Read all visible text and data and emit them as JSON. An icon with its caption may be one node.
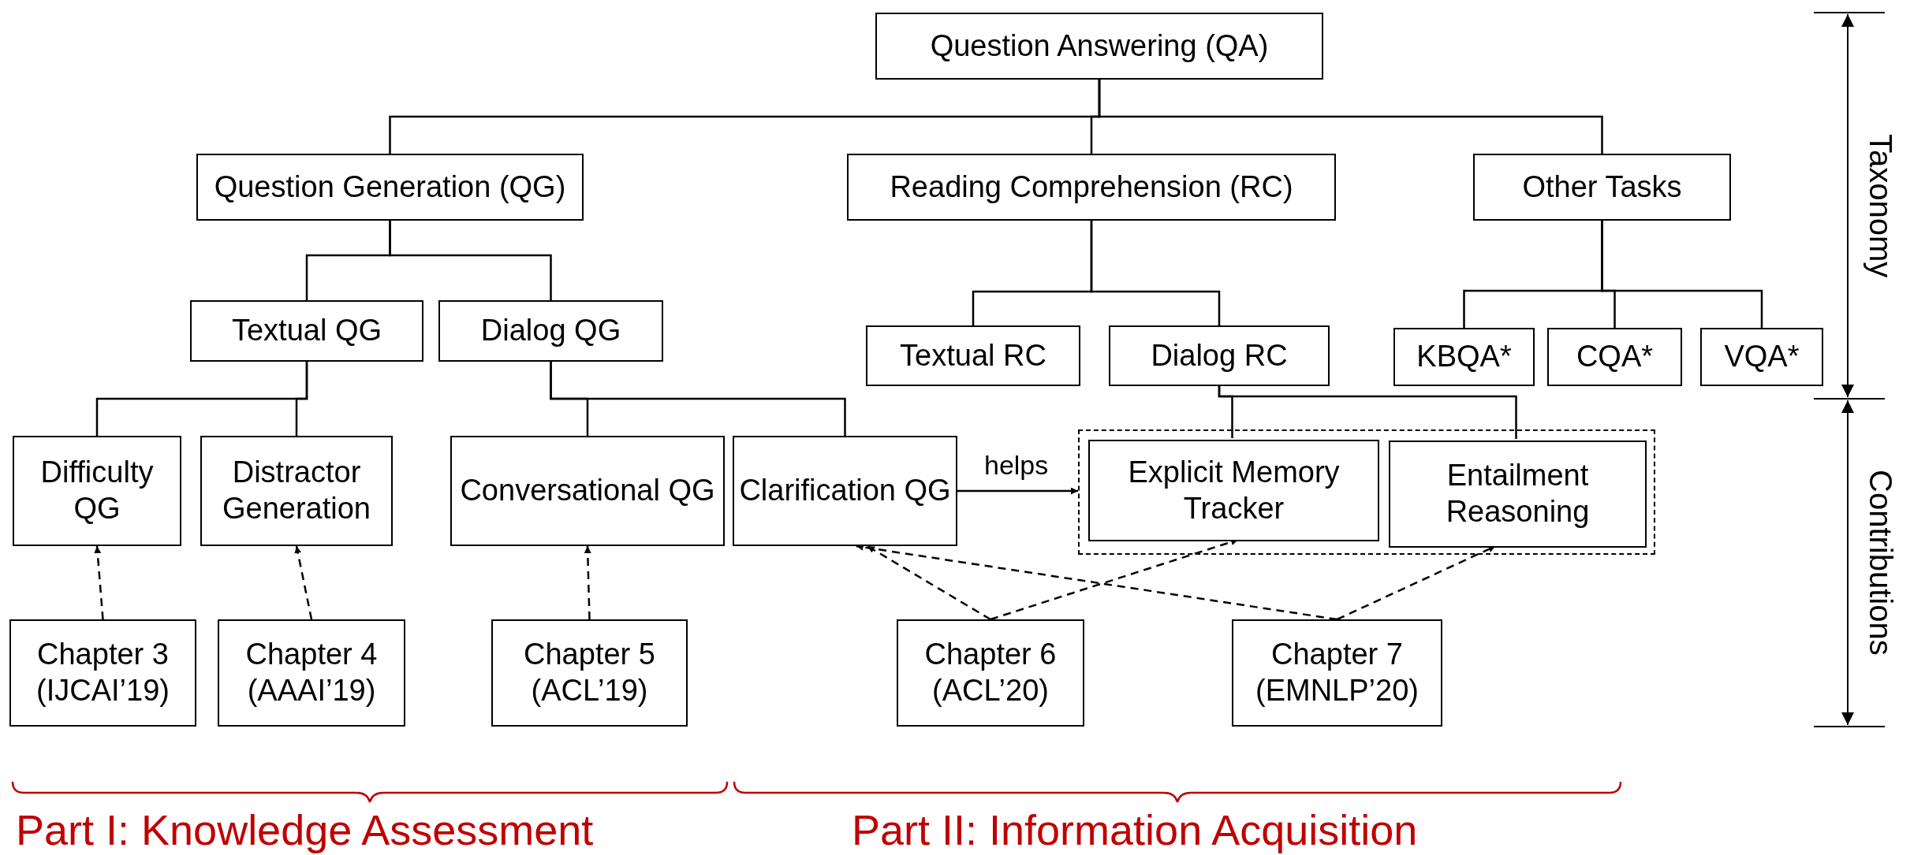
{
  "diagram": {
    "nodes": [
      {
        "text": [
          "Question Answering (QA)"
        ]
      },
      {
        "text": [
          "Question Generation (QG)"
        ]
      },
      {
        "text": [
          "Reading Comprehension (RC)"
        ]
      },
      {
        "text": [
          "Other Tasks"
        ]
      },
      {
        "text": [
          "Textual QG"
        ]
      },
      {
        "text": [
          "Dialog QG"
        ]
      },
      {
        "text": [
          "Textual RC"
        ]
      },
      {
        "text": [
          "Dialog RC"
        ]
      },
      {
        "text": [
          "KBQA*"
        ]
      },
      {
        "text": [
          "CQA*"
        ]
      },
      {
        "text": [
          "VQA*"
        ]
      },
      {
        "text": [
          "Difficulty QG"
        ]
      },
      {
        "text": [
          "Distractor Generation"
        ]
      },
      {
        "text": [
          "Conversational QG"
        ]
      },
      {
        "text": [
          "Clarification QG"
        ]
      },
      {
        "text": [],
        "shape": "box"
      },
      {
        "text": [
          "Explicit Memory Tracker"
        ],
        "in": 15
      },
      {
        "text": [
          "Entailment Reasoning"
        ],
        "in": 15
      },
      {
        "text": [
          "Chapter 3 (IJCAI’19)"
        ]
      },
      {
        "text": [
          "Chapter 4 (AAAI’19)"
        ]
      },
      {
        "text": [
          "Chapter 5 (ACL’19)"
        ]
      },
      {
        "text": [
          "Chapter 6 (ACL’20)"
        ]
      },
      {
        "text": [
          "Chapter 7 (EMNLP’20)"
        ]
      }
    ],
    "edges": [
      {
        "from": 0,
        "to": 1,
        "arrow": "none"
      },
      {
        "from": 0,
        "to": 2,
        "arrow": "none"
      },
      {
        "from": 0,
        "to": 3,
        "arrow": "none"
      },
      {
        "from": 1,
        "to": 4,
        "arrow": "none"
      },
      {
        "from": 1,
        "to": 5,
        "arrow": "none"
      },
      {
        "from": 2,
        "to": 6,
        "arrow": "none"
      },
      {
        "from": 2,
        "to": 7,
        "arrow": "none"
      },
      {
        "from": 3,
        "to": 8,
        "arrow": "none"
      },
      {
        "from": 3,
        "to": 9,
        "arrow": "none"
      },
      {
        "from": 3,
        "to": 10,
        "arrow": "none"
      },
      {
        "from": 4,
        "to": 11,
        "arrow": "none"
      },
      {
        "from": 4,
        "to": 12,
        "arrow": "none"
      },
      {
        "from": 5,
        "to": 13,
        "arrow": "none"
      },
      {
        "from": 5,
        "to": 14,
        "arrow": "none"
      },
      {
        "from": 7,
        "to": 16,
        "arrow": "none"
      },
      {
        "from": 7,
        "to": 17,
        "arrow": "none"
      },
      {
        "from": 14,
        "to": 15,
        "arrow": "to",
        "label": "helps"
      },
      {
        "from": 18,
        "to": 11,
        "arrow": "to",
        "style": "dashed"
      },
      {
        "from": 19,
        "to": 12,
        "arrow": "to",
        "style": "dashed"
      },
      {
        "from": 20,
        "to": 13,
        "arrow": "to",
        "style": "dashed"
      },
      {
        "from": 21,
        "to": 14,
        "arrow": "to",
        "style": "dashed"
      },
      {
        "from": 21,
        "to": 16,
        "arrow": "to",
        "style": "dashed"
      },
      {
        "from": 22,
        "to": 14,
        "arrow": "to",
        "style": "dashed"
      },
      {
        "from": 22,
        "to": 17,
        "arrow": "to",
        "style": "dashed"
      }
    ],
    "labels": [
      "Taxonomy",
      "Contributions",
      "Part I: Knowledge Assessment",
      "Part II: Information Acquisition"
    ]
  }
}
